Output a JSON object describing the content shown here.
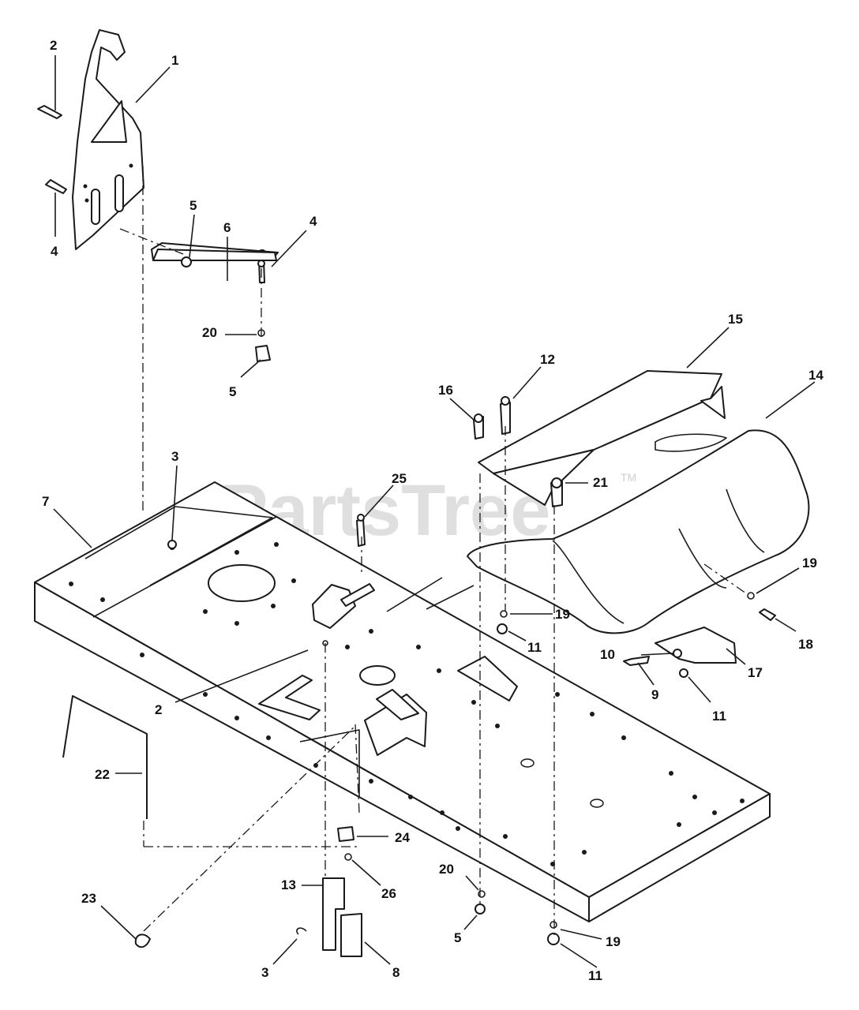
{
  "watermark": {
    "text": "PartsTree",
    "tm": "TM"
  },
  "callouts": {
    "c1": "1",
    "c2a": "2",
    "c4a": "4",
    "c4b": "4",
    "c5a": "5",
    "c6": "6",
    "c20a": "20",
    "c5b": "5",
    "c3a": "3",
    "c7": "7",
    "c25": "25",
    "c16": "16",
    "c12": "12",
    "c15": "15",
    "c14": "14",
    "c21": "21",
    "c19a": "19",
    "c19b": "19",
    "c11a": "11",
    "c10": "10",
    "c18": "18",
    "c17": "17",
    "c9": "9",
    "c11b": "11",
    "c2b": "2",
    "c22": "22",
    "c24": "24",
    "c26": "26",
    "c13": "13",
    "c20b": "20",
    "c23": "23",
    "c3b": "3",
    "c8": "8",
    "c5c": "5",
    "c19c": "19",
    "c11c": "11"
  }
}
